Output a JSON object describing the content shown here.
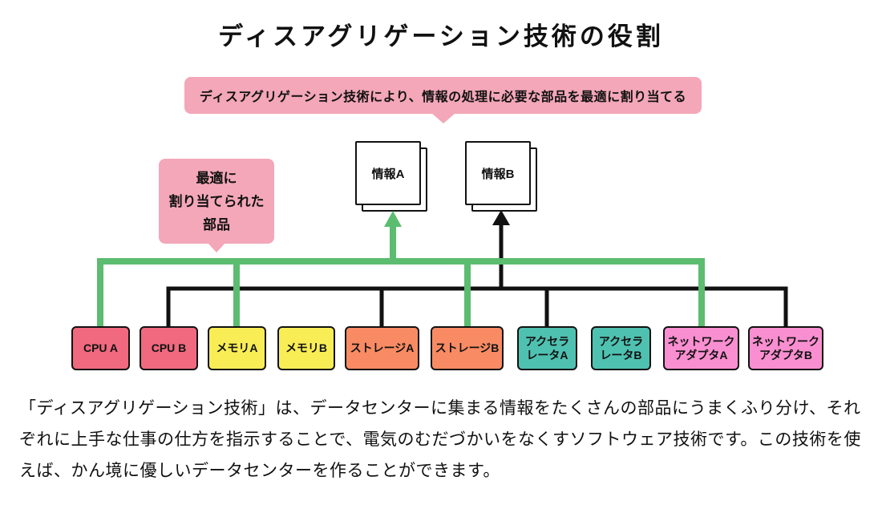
{
  "title": "ディスアグリゲーション技術の役割",
  "banner": {
    "text": "ディスアグリゲーション技術により、情報の処理に必要な部品を最適に割り当てる"
  },
  "callout": {
    "lines": [
      "最適に",
      "割り当てられた",
      "部品"
    ]
  },
  "documents": [
    {
      "label": "情報A"
    },
    {
      "label": "情報B"
    }
  ],
  "components": [
    {
      "label": "CPU A",
      "lines": [
        "CPU A"
      ],
      "color": "#F0697F"
    },
    {
      "label": "CPU B",
      "lines": [
        "CPU B"
      ],
      "color": "#F0697F"
    },
    {
      "label": "メモリA",
      "lines": [
        "メモリA"
      ],
      "color": "#F9ED55"
    },
    {
      "label": "メモリB",
      "lines": [
        "メモリB"
      ],
      "color": "#F9ED55"
    },
    {
      "label": "ストレージA",
      "lines": [
        "ストレージA"
      ],
      "color": "#F88B63"
    },
    {
      "label": "ストレージB",
      "lines": [
        "ストレージB"
      ],
      "color": "#F88B63"
    },
    {
      "label": "アクセラレータA",
      "lines": [
        "アクセラ",
        "レータA"
      ],
      "color": "#4FC1B1"
    },
    {
      "label": "アクセラレータB",
      "lines": [
        "アクセラ",
        "レータB"
      ],
      "color": "#4FC1B1"
    },
    {
      "label": "ネットワークアダプタA",
      "lines": [
        "ネットワーク",
        "アダプタA"
      ],
      "color": "#F98FD0"
    },
    {
      "label": "ネットワークアダプタB",
      "lines": [
        "ネットワーク",
        "アダプタB"
      ],
      "color": "#F98FD0"
    }
  ],
  "connections": {
    "green_group": {
      "target": "情報A",
      "color": "#5CBC70",
      "members": [
        "CPU A",
        "メモリA",
        "ストレージB",
        "ネットワークアダプタA"
      ]
    },
    "black_group": {
      "target": "情報B",
      "color": "#111111",
      "members": [
        "CPU B",
        "ストレージA",
        "アクセラレータA",
        "ネットワークアダプタB"
      ]
    },
    "unconnected": [
      "メモリB",
      "アクセラレータB"
    ]
  },
  "colors": {
    "green": "#5CBC70",
    "black": "#111111",
    "pink": "#F3A7B8"
  },
  "body_text": "「ディスアグリゲーション技術」は、データセンターに集まる情報をたくさんの部品にうまくふり分け、それぞれに上手な仕事の仕方を指示することで、電気のむだづかいをなくすソフトウェア技術です。この技術を使えば、かん境に優しいデータセンターを作ることができます。"
}
